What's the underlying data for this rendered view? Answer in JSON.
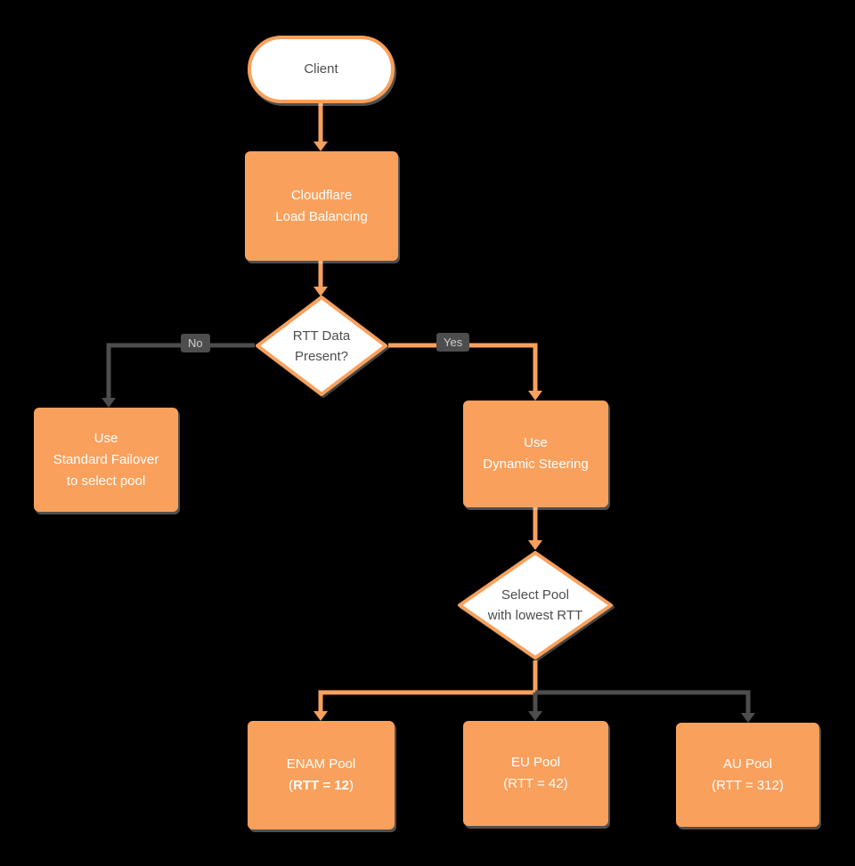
{
  "colors": {
    "orange": "#F9A05C",
    "dark_gray": "#4D4D4D",
    "white": "#FFFFFF",
    "background": "#000000",
    "text_dark": "#4D4D4D"
  },
  "nodes": {
    "client": {
      "label": "Client"
    },
    "load_balancing": {
      "line1": "Cloudflare",
      "line2": "Load Balancing"
    },
    "rtt_decision": {
      "line1": "RTT Data",
      "line2": "Present?"
    },
    "standard_failover": {
      "line1": "Use",
      "line2": "Standard Failover",
      "line3": "to select pool"
    },
    "dynamic_steering": {
      "line1": "Use",
      "line2": "Dynamic Steering"
    },
    "select_pool_decision": {
      "line1": "Select Pool",
      "line2": "with lowest RTT"
    },
    "enam_pool": {
      "line1": "ENAM Pool",
      "line2_open": "(",
      "line2_bold": "RTT = 12",
      "line2_close": ")"
    },
    "eu_pool": {
      "line1": "EU Pool",
      "line2": "(RTT = 42)"
    },
    "au_pool": {
      "line1": "AU Pool",
      "line2": "(RTT = 312)"
    }
  },
  "edges": {
    "no_label": "No",
    "yes_label": "Yes"
  }
}
